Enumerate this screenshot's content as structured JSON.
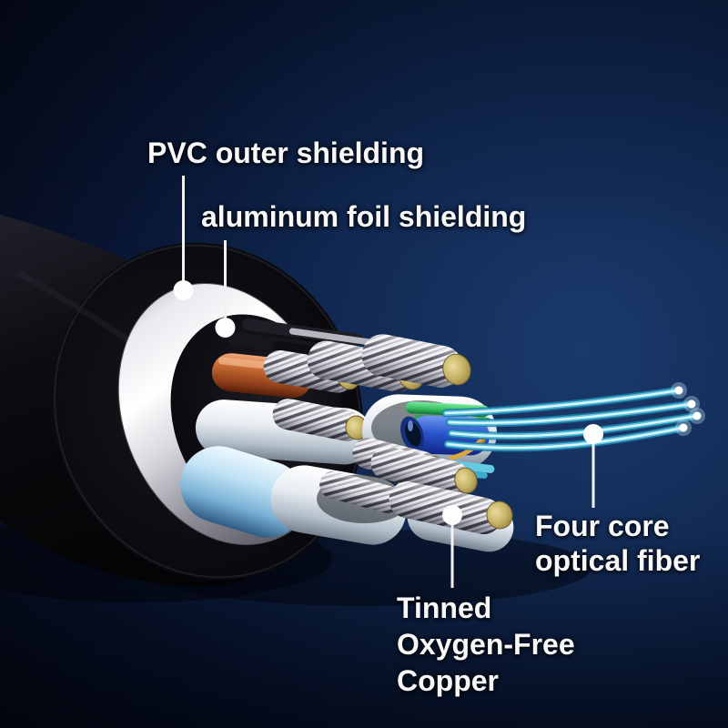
{
  "scene": {
    "description": "Cut-away cross-section render of an optical-fiber HDMI cable on a dark blue background with four white callout labels"
  },
  "labels": {
    "pvc": {
      "text": "PVC outer shielding"
    },
    "aluminum": {
      "text": "aluminum foil shielding"
    },
    "four_core": {
      "line1": "Four core",
      "line2": "optical fiber"
    },
    "tinned": {
      "line1": "Tinned",
      "line2": "Oxygen-Free",
      "line3": "Copper"
    }
  },
  "colors": {
    "background_center": "#1a3a6c",
    "background_edge": "#04070f",
    "label_text": "#f8f8f8",
    "callout_line": "#f2f2f4",
    "pvc_jacket": "#0b0b0f",
    "aluminum_foil": "#e8e8ee",
    "copper_wire": "#c66a34",
    "tinned_copper_core": "#c7b467",
    "optical_fiber": "#7fd4ea",
    "blue_cable": "#2a55cc",
    "green_wire": "#35bf60",
    "pale_blue_cable": "#bfe2f4",
    "white_cable": "#e8edf2"
  }
}
